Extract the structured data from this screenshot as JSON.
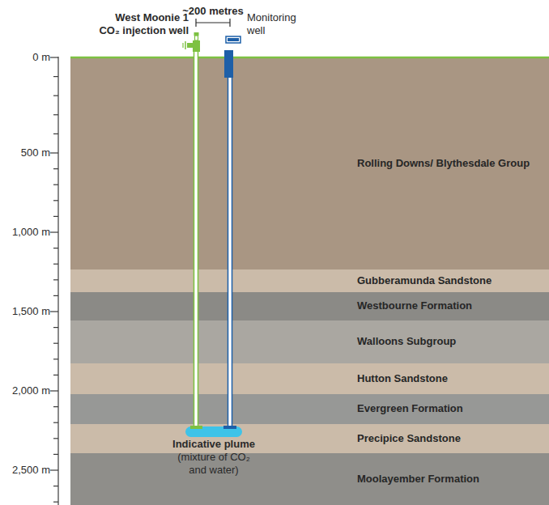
{
  "diagram": {
    "nodes": [
      {
        "text": [
          "Rolling Downs/ Blythesdale Group"
        ]
      },
      {
        "text": [
          "Gubberamunda Sandstone"
        ]
      },
      {
        "text": [
          "Westbourne Formation"
        ]
      },
      {
        "text": [
          "Walloons Subgroup"
        ]
      },
      {
        "text": [
          "Hutton Sandstone"
        ]
      },
      {
        "text": [
          "Evergreen Formation"
        ]
      },
      {
        "text": [
          "Precipice Sandstone"
        ]
      },
      {
        "text": [
          "Moolayember Formation"
        ]
      }
    ],
    "labels": [
      "~200 metres",
      "West Moonie 1 CO₂ injection well",
      "Monitoring well",
      "0 m",
      "500 m",
      "1,000 m",
      "1,500 m",
      "2,000 m",
      "2,500 m",
      "Indicative plume",
      "(mixture of CO₂ and water)"
    ]
  }
}
